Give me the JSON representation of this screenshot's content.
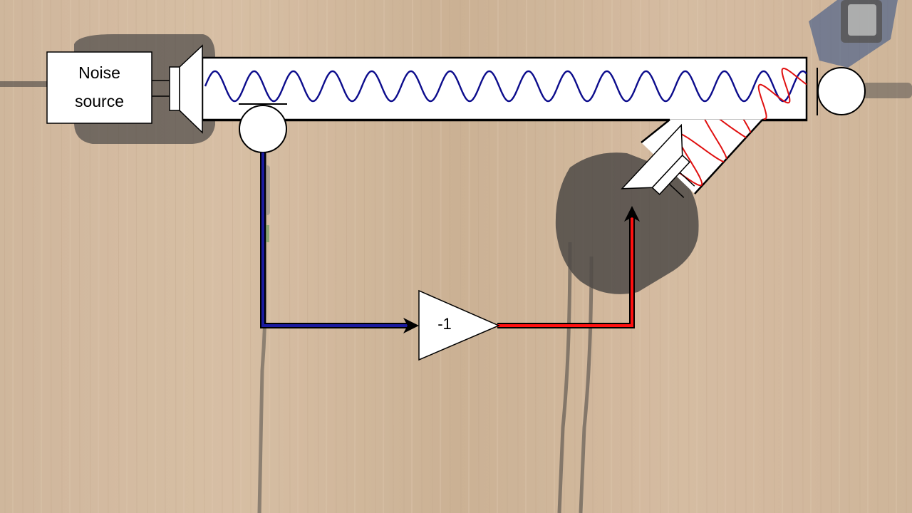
{
  "noise_source": {
    "line1": "Noise",
    "line2": "source"
  },
  "inverter": {
    "label": "-1"
  },
  "colors": {
    "primary_wave": "#0c0c8c",
    "anti_wave": "#e01010",
    "wood_light": "#cdb193",
    "wood_dark": "#b79878",
    "device_dark": "#3c3c3e"
  },
  "icons": [
    "speaker-icon",
    "microphone-icon",
    "amplifier-icon",
    "sound-level-meter-icon"
  ]
}
